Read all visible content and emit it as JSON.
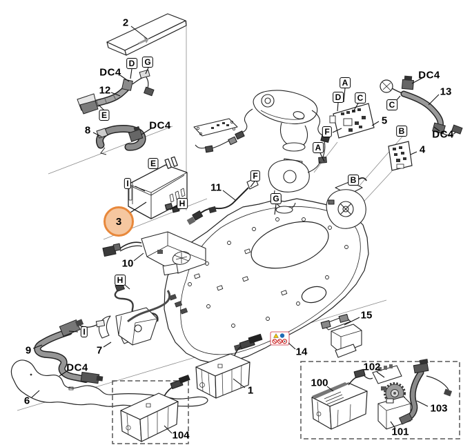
{
  "diagram": {
    "type": "exploded-parts-diagram",
    "background": "#ffffff",
    "line_color": "#1a1a1a",
    "part_numbers": {
      "p1": "1",
      "p2": "2",
      "p3": "3",
      "p4": "4",
      "p5": "5",
      "p6": "6",
      "p7": "7",
      "p8": "8",
      "p9": "9",
      "p10": "10",
      "p11": "11",
      "p12": "12",
      "p13": "13",
      "p14": "14",
      "p15": "15",
      "p100": "100",
      "p101": "101",
      "p102": "102",
      "p103": "103",
      "p104": "104"
    },
    "position_letters": {
      "A": "A",
      "B": "B",
      "C": "C",
      "D": "D",
      "E": "E",
      "F": "F",
      "G": "G",
      "H": "H",
      "I": "I"
    },
    "connector_code": "DC4",
    "highlight": {
      "part": "3",
      "fill": "#f5c7a0",
      "border": "#e8883b"
    },
    "safety_label_icons": [
      "warning-triangle-icon",
      "read-manual-blue-icon",
      "prohibition-icon",
      "prohibition-icon",
      "prohibition-icon"
    ]
  }
}
